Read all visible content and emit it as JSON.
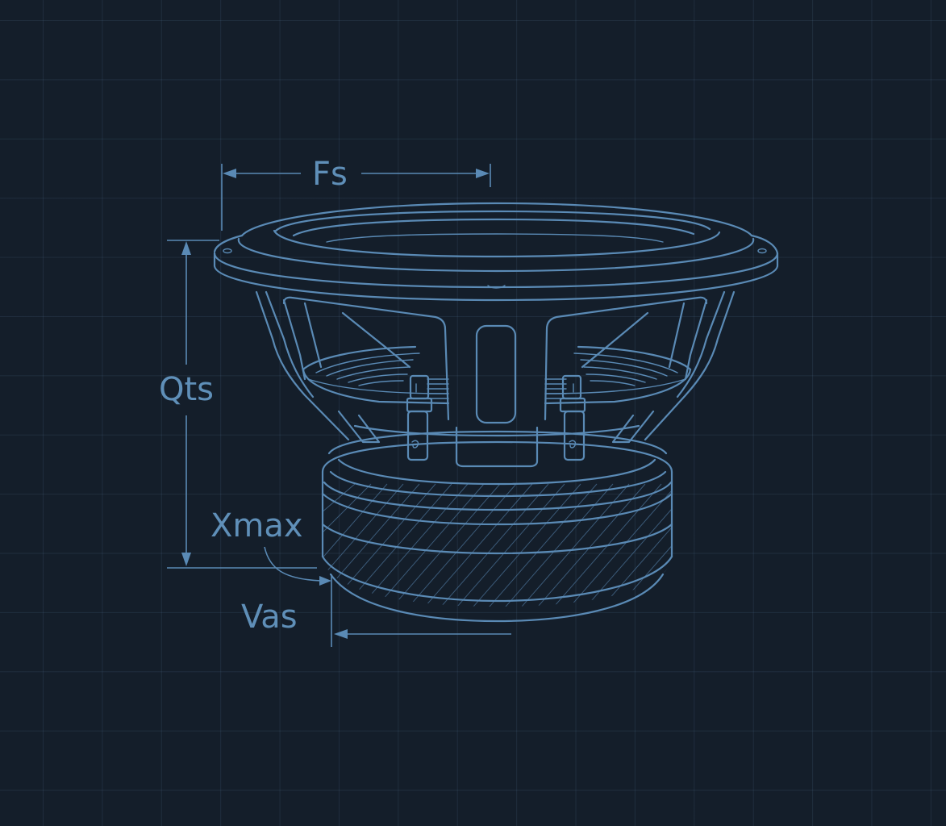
{
  "diagram": {
    "subject": "Subwoofer driver blueprint",
    "colors": {
      "background": "#141e2a",
      "grid": "#2a3a4c",
      "line": "#5a8ab5",
      "label": "#5f8fb8"
    },
    "labels": {
      "fs": "Fs",
      "qts": "Qts",
      "xmax": "Xmax",
      "vas": "Vas"
    }
  }
}
